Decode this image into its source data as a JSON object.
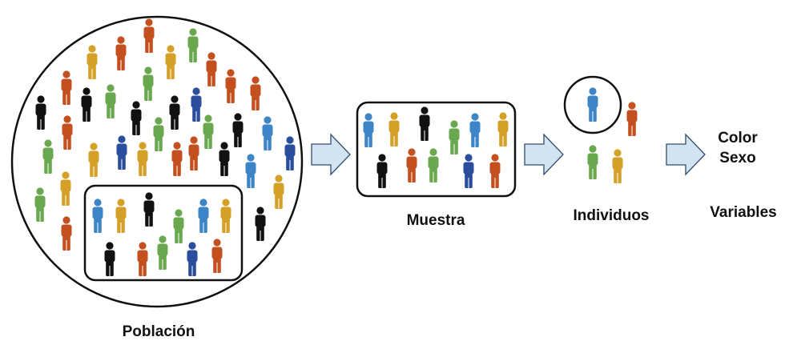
{
  "labels": {
    "poblacion": "Población",
    "muestra": "Muestra",
    "individuos": "Individuos",
    "variables": "Variables",
    "color": "Color",
    "sexo": "Sexo"
  },
  "colors": {
    "red": "#c4501f",
    "orange": "#d4a028",
    "green": "#6aa84f",
    "blue": "#3d85c6",
    "navy": "#2a4d9e",
    "black": "#111111",
    "arrow_fill": "#d4e3f0",
    "arrow_stroke": "#2f4f6f",
    "outline": "#111111"
  }
}
